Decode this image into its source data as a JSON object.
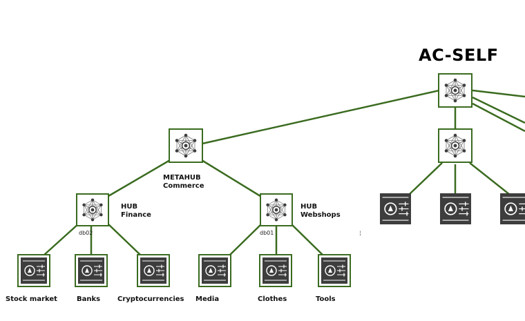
{
  "title": "AC-SELF",
  "colors": {
    "edge": "#3a6b1f",
    "icon_dark": "#3d3d3d",
    "border": "#3a6b1f"
  },
  "nodes": {
    "root": {
      "icon": "network-hub-icon"
    },
    "metahub": {
      "label_line1": "METAHUB",
      "label_line2": "Commerce",
      "icon": "network-hub-icon"
    },
    "right_hub": {
      "icon": "network-hub-icon"
    },
    "hub_finance": {
      "label_line1": "HUB",
      "label_line2": "Finance",
      "tag": "db02",
      "icon": "network-hub-icon"
    },
    "hub_webshops": {
      "label_line1": "HUB",
      "label_line2": "Webshops",
      "tag": "db01",
      "icon": "network-hub-icon"
    }
  },
  "leaves": [
    {
      "label": "Stock market",
      "icon": "data-panel-icon"
    },
    {
      "label": "Banks",
      "icon": "data-panel-icon"
    },
    {
      "label": "Cryptocurrencies",
      "icon": "data-panel-icon"
    },
    {
      "label": "Media",
      "icon": "data-panel-icon"
    },
    {
      "label": "Clothes",
      "icon": "data-panel-icon"
    },
    {
      "label": "Tools",
      "icon": "data-panel-icon"
    }
  ],
  "right_leaves": [
    {
      "icon": "data-panel-icon"
    },
    {
      "icon": "data-panel-icon"
    },
    {
      "icon": "data-panel-icon"
    }
  ]
}
